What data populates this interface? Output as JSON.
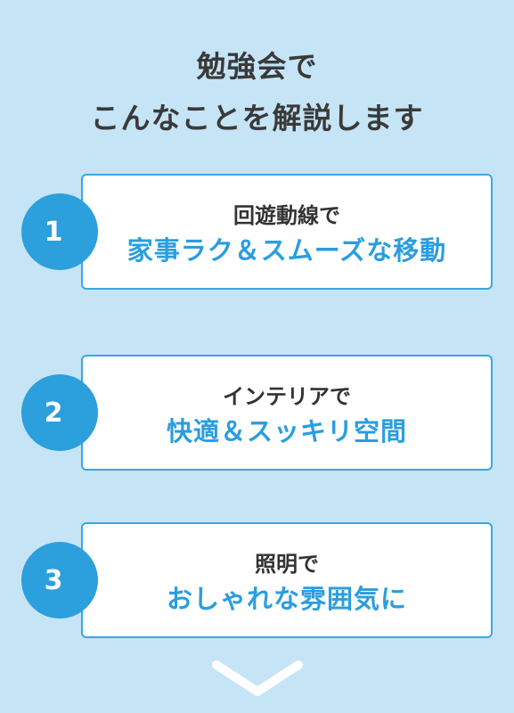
{
  "heading": {
    "line1": "勉強会で",
    "line2": "こんなことを解説します"
  },
  "items": [
    {
      "number": "1",
      "head": "回遊動線で",
      "main": "家事ラク＆スムーズな移動"
    },
    {
      "number": "2",
      "head": "インテリアで",
      "main": "快適＆スッキリ空間"
    },
    {
      "number": "3",
      "head": "照明で",
      "main": "おしゃれな雰囲気に"
    }
  ],
  "colors": {
    "background": "#c5e4f5",
    "accent": "#2c9fdd",
    "card_border": "#3aa7df",
    "heading_text": "#3a3a3a"
  },
  "icons": {
    "scroll_indicator": "chevron-down-icon"
  }
}
